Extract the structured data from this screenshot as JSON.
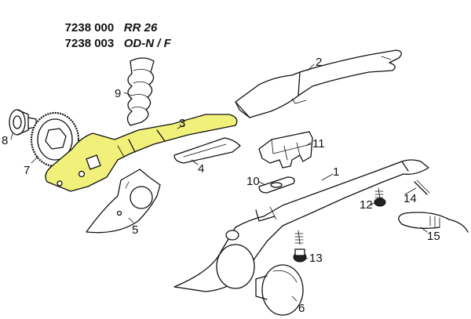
{
  "header": {
    "line1_code": "7238 000",
    "line1_model": "RR 26",
    "line2_code": "7238 003",
    "line2_model": "OD-N / F"
  },
  "colors": {
    "highlight": "#f0f07a",
    "line": "#111111",
    "background": "#ffffff"
  },
  "parts": {
    "p1": "1",
    "p2": "2",
    "p3": "3",
    "p4": "4",
    "p5": "5",
    "p6": "6",
    "p7": "7",
    "p8": "8",
    "p9": "9",
    "p10": "10",
    "p11": "11",
    "p12": "12",
    "p13": "13",
    "p14": "14",
    "p15": "15"
  },
  "highlighted_part": "3"
}
